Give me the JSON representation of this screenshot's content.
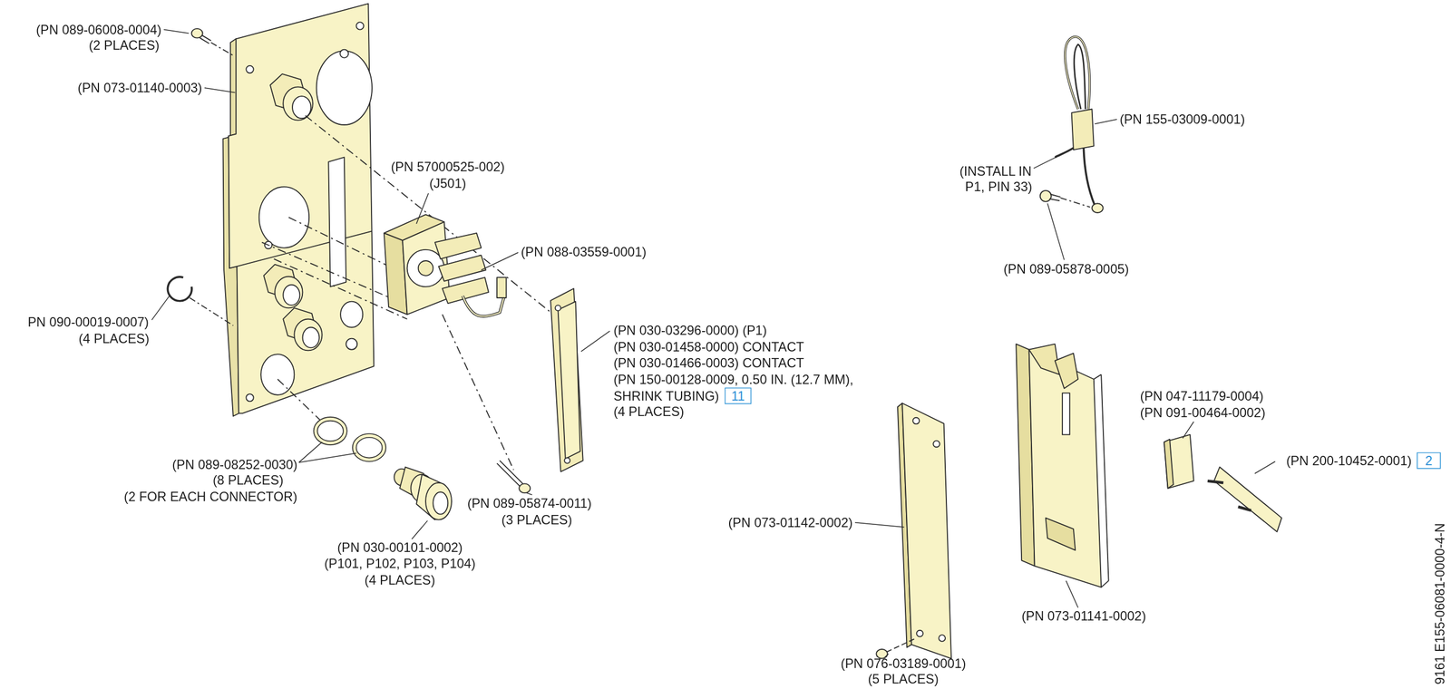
{
  "diagram": {
    "nodes": [
      {
        "text": [
          "11"
        ]
      },
      {
        "text": [
          "2"
        ]
      }
    ],
    "labels": [
      "(PN 089-06008-0004)",
      "(2 PLACES)",
      "(PN 073-01140-0003)",
      "(PN 57000525-002)",
      "(J501)",
      "(PN 088-03559-0001)",
      "PN 090-00019-0007)",
      "(4 PLACES)",
      "(PN 030-03296-0000) (P1)",
      "(PN 030-01458-0000) CONTACT",
      "(PN 030-01466-0003) CONTACT",
      "(PN 150-00128-0009, 0.50 IN. (12.7 MM),",
      "SHRINK TUBING)",
      "(4 PLACES)",
      "(PN 089-08252-0030)",
      "(8 PLACES)",
      "(2 FOR EACH CONNECTOR)",
      "(PN 089-05874-0011)",
      "(3 PLACES)",
      "(PN 030-00101-0002)",
      "(P101, P102, P103, P104)",
      "(4 PLACES)",
      "(PN 155-03009-0001)",
      "(INSTALL IN",
      "P1, PIN 33)",
      "(PN 089-05878-0005)",
      "(PN 047-11179-0004)",
      "(PN 091-00464-0002)",
      "(PN 200-10452-0001)",
      "(PN 073-01142-0002)",
      "(PN 073-01141-0002)",
      "(PN 076-03189-0001)",
      "(5 PLACES)",
      "9161  E155-06081-0000-4-N"
    ]
  }
}
